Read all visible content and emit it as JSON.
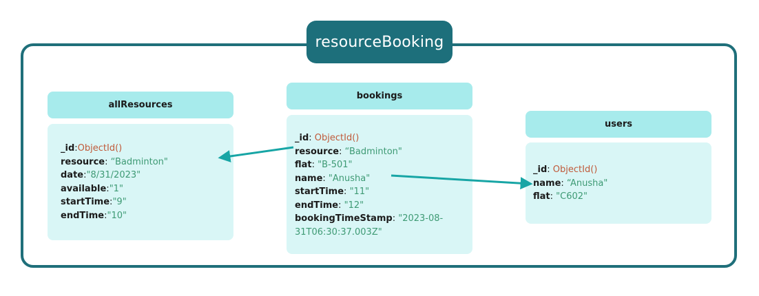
{
  "title": "resourceBooking",
  "collections": {
    "allResources": {
      "name": "allResources",
      "fields": [
        {
          "key": "_id",
          "sep": ":",
          "value": "ObjectId()",
          "kind": "obj"
        },
        {
          "key": "resource",
          "sep": ": ",
          "value": "“Badminton\"",
          "kind": "str"
        },
        {
          "key": "date",
          "sep": ":",
          "value": "\"8/31/2023\"",
          "kind": "str"
        },
        {
          "key": "available",
          "sep": ":",
          "value": "\"1\"",
          "kind": "str"
        },
        {
          "key": "startTime",
          "sep": ":",
          "value": "\"9\"",
          "kind": "str"
        },
        {
          "key": "endTime",
          "sep": ":",
          "value": "\"10\"",
          "kind": "str"
        }
      ]
    },
    "bookings": {
      "name": "bookings",
      "fields": [
        {
          "key": "_id",
          "sep": ": ",
          "value": "ObjectId()",
          "kind": "obj"
        },
        {
          "key": "resource",
          "sep": ": ",
          "value": "“Badminton\"",
          "kind": "str"
        },
        {
          "key": "flat",
          "sep": ": ",
          "value": "\"B-501\"",
          "kind": "str"
        },
        {
          "key": "name",
          "sep": ": ",
          "value": "\"Anusha\"",
          "kind": "str"
        },
        {
          "key": "startTime",
          "sep": ": ",
          "value": "\"11\"",
          "kind": "str"
        },
        {
          "key": "endTime",
          "sep": ": ",
          "value": "\"12\"",
          "kind": "str"
        },
        {
          "key": "bookingTimeStamp",
          "sep": ": ",
          "value": "\"2023-08-31T06:30:37.003Z\"",
          "kind": "str"
        }
      ]
    },
    "users": {
      "name": "users",
      "fields": [
        {
          "key": "_id",
          "sep": ": ",
          "value": "ObjectId()",
          "kind": "obj"
        },
        {
          "key": "name",
          "sep": ": ",
          "value": "“Anusha\"",
          "kind": "str"
        },
        {
          "key": "flat",
          "sep": ": ",
          "value": "\"C602\"",
          "kind": "str"
        }
      ]
    }
  },
  "colors": {
    "frame": "#1f6f7a",
    "title_bg": "#1d6f7b",
    "header_bg": "#a7ebec",
    "body_bg": "#d9f6f6",
    "string_value": "#3e9a74",
    "object_value": "#c05a3a",
    "arrow": "#17a5a5"
  }
}
